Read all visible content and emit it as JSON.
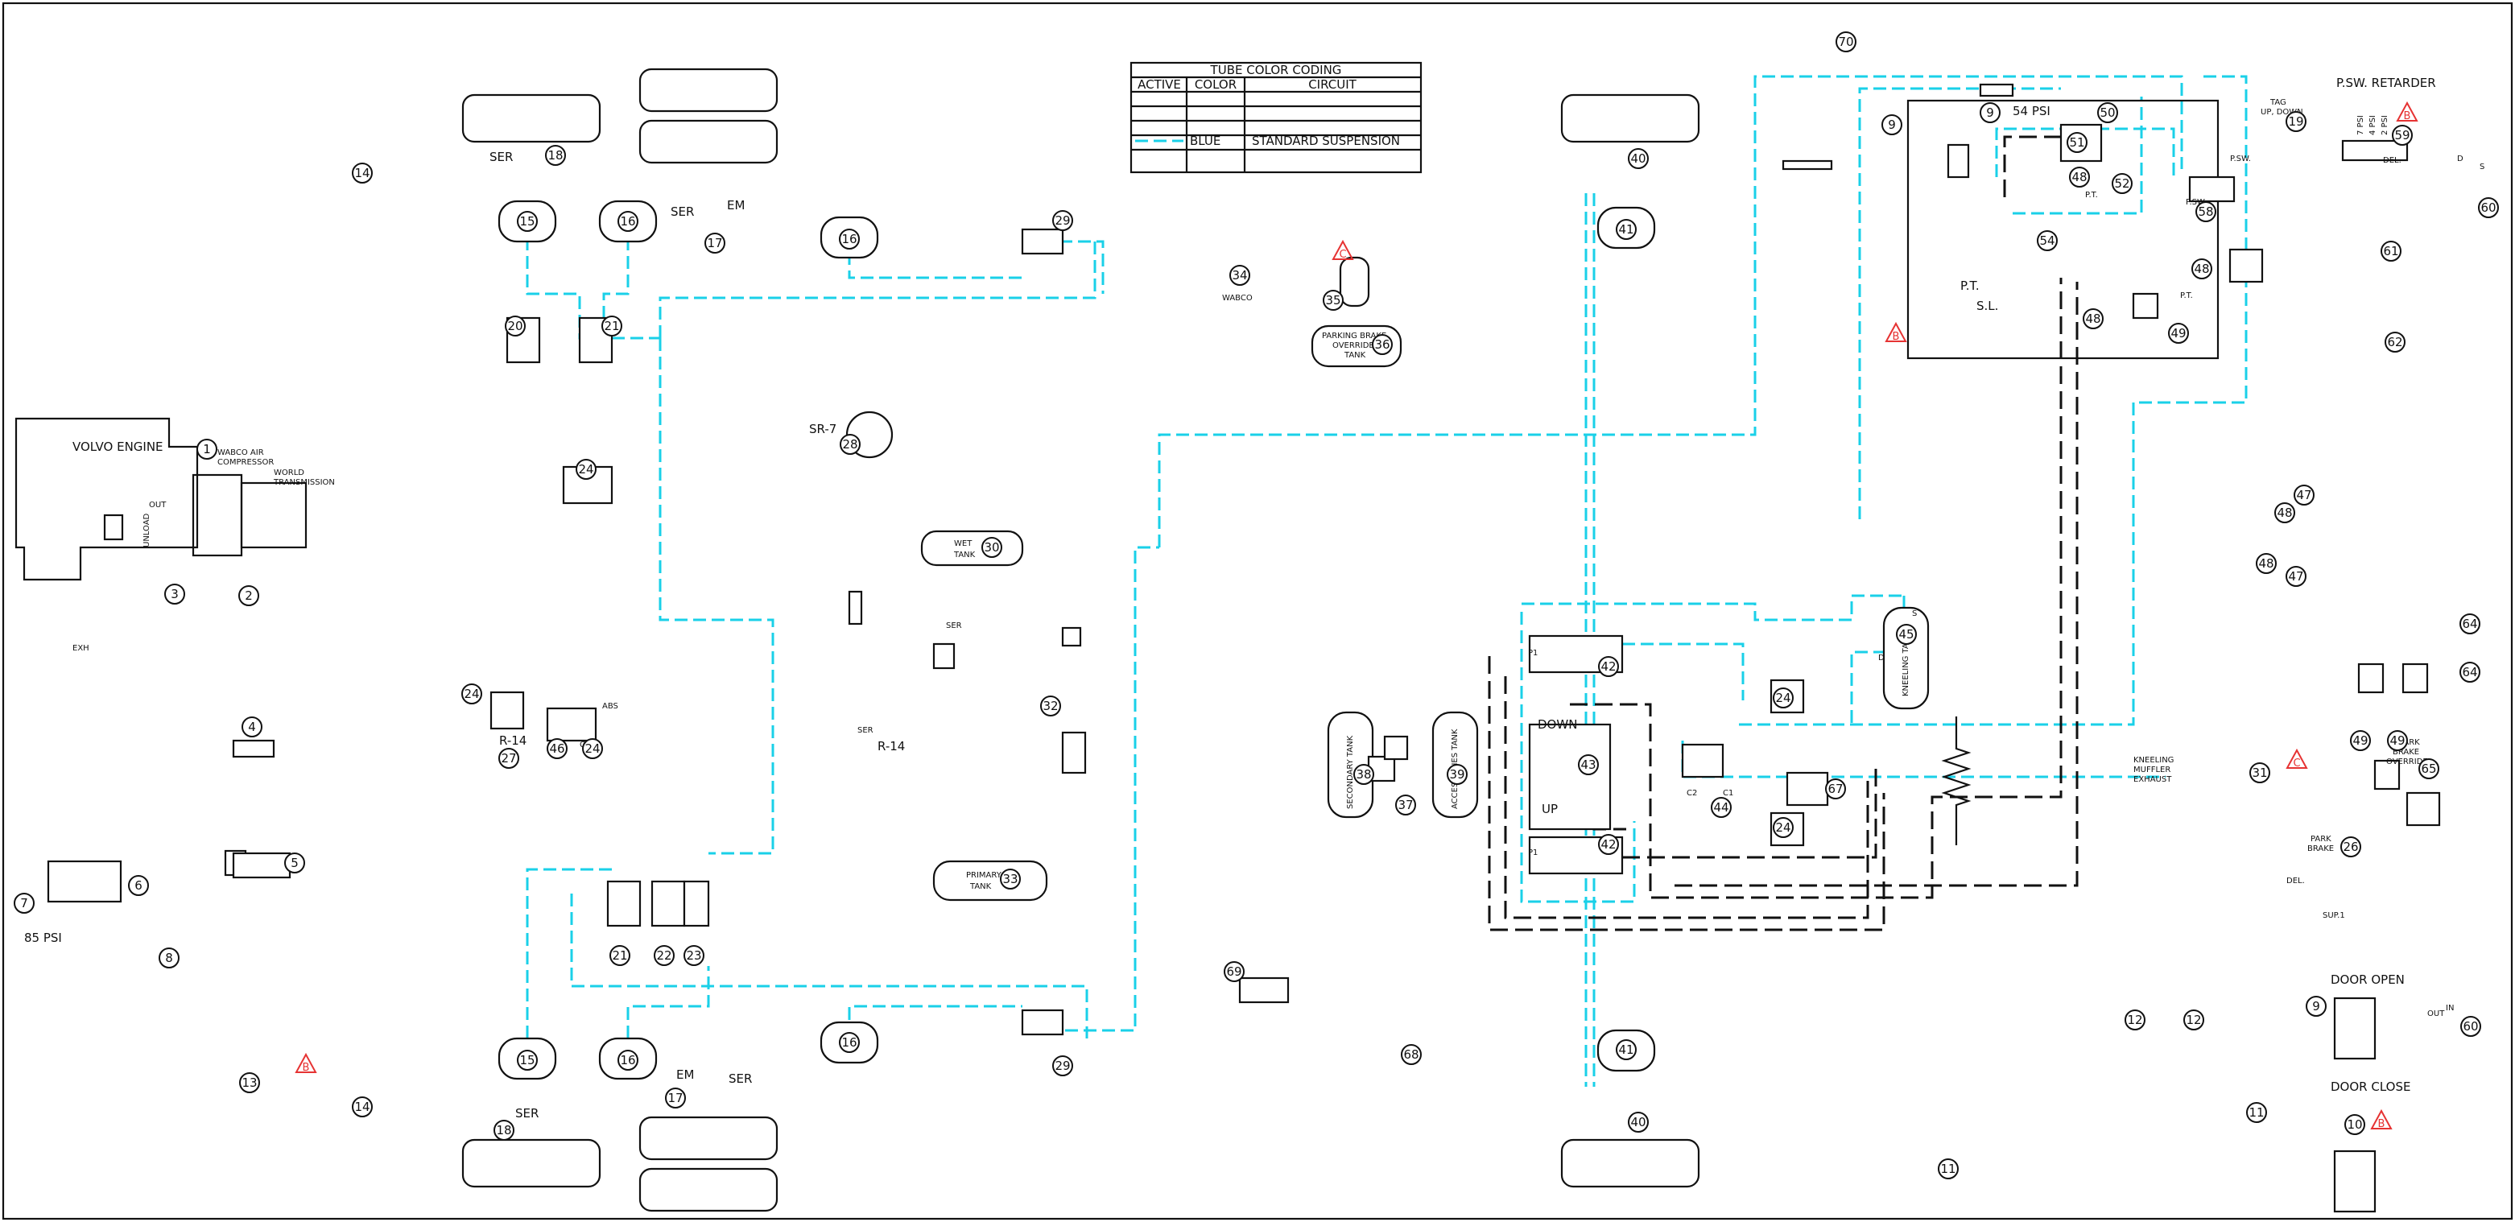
{
  "legend": {
    "title": "TUBE COLOR CODING",
    "col_active": "ACTIVE",
    "col_color": "COLOR",
    "col_circuit": "CIRCUIT",
    "row_color": "BLUE",
    "row_circuit": "STANDARD SUSPENSION",
    "line_color": "#1ad0e8"
  },
  "labels": {
    "volvo_engine": "VOLVO ENGINE",
    "wabco_air": "WABCO AIR",
    "compressor": "COMPRESSOR",
    "world": "WORLD",
    "transmission": "TRANSMISSION",
    "out": "OUT",
    "unload": "UNLOAD",
    "exh": "EXH",
    "psi_85": "85 PSI",
    "ser": "SER",
    "em": "EM",
    "r14": "R-14",
    "sr7": "SR-7",
    "wet_tank_1": "WET",
    "wet_tank_2": "TANK",
    "primary_tank_1": "PRIMARY",
    "primary_tank_2": "TANK",
    "secondary_tank": "SECONDARY TANK",
    "accessories_tank": "ACCESSORIES TANK",
    "parking_brake_override_tank_1": "PARKING BRAKE",
    "parking_brake_override_tank_2": "OVERRIDE",
    "parking_brake_override_tank_3": "TANK",
    "wabco": "WABCO",
    "down": "DOWN",
    "up": "UP",
    "kneeling_tank": "KNEELING TANK",
    "kneeling_muffler_1": "KNEELING",
    "kneeling_muffler_2": "MUFFLER",
    "kneeling_muffler_3": "EXHAUST",
    "psi_54": "54 PSI",
    "pt": "P.T.",
    "sl": "S.L.",
    "psw": "P.SW.",
    "psw_retarder": "P.SW. RETARDER",
    "tag_updown_1": "TAG",
    "tag_updown_2": "UP, DOWN",
    "psi_7": "7 PSI",
    "psi_4": "4 PSI",
    "psi_2": "2 PSI",
    "del": "DEL.",
    "park_brake_override_1": "PARK",
    "park_brake_override_2": "BRAKE",
    "park_brake_override_3": "OVERRIDE",
    "park_brake_1": "PARK",
    "park_brake_2": "BRAKE",
    "door_open": "DOOR OPEN",
    "door_close": "DOOR CLOSE",
    "in": "IN",
    "d": "D",
    "s": "S",
    "abs": "ABS",
    "ctrl": "CTRL",
    "p1": "P1",
    "c1": "C1",
    "c2": "C2",
    "sup1": "SUP.1",
    "warn_b": "B",
    "warn_c": "C"
  },
  "bubbles": [
    "1",
    "2",
    "3",
    "4",
    "5",
    "6",
    "7",
    "8",
    "9",
    "10",
    "11",
    "12",
    "13",
    "14",
    "15",
    "16",
    "17",
    "18",
    "19",
    "20",
    "21",
    "22",
    "23",
    "24",
    "26",
    "27",
    "28",
    "29",
    "30",
    "31",
    "32",
    "33",
    "34",
    "35",
    "36",
    "37",
    "38",
    "39",
    "40",
    "41",
    "42",
    "43",
    "44",
    "45",
    "46",
    "47",
    "48",
    "49",
    "50",
    "51",
    "52",
    "54",
    "58",
    "59",
    "60",
    "61",
    "62",
    "64",
    "65",
    "67",
    "68",
    "69",
    "70"
  ]
}
